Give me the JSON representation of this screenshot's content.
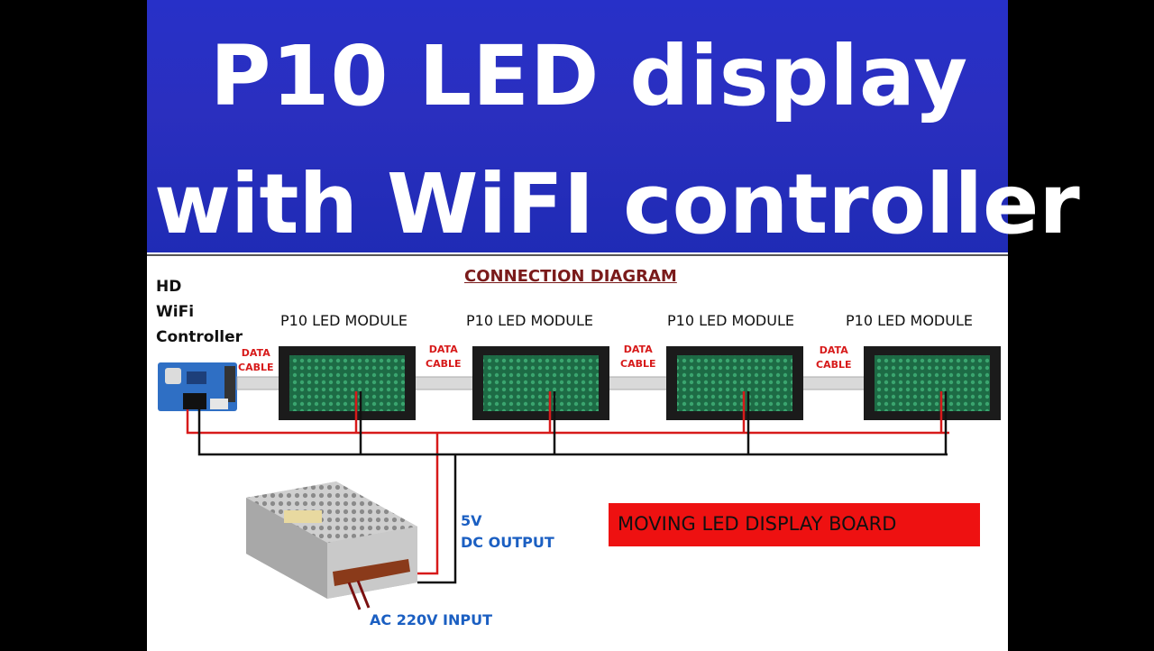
{
  "banner": {
    "title_line1": "P10 LED display",
    "title_line2": "with WiFI controller"
  },
  "diagram": {
    "heading": "CONNECTION DIAGRAM",
    "controller_label": [
      "HD",
      "WiFi",
      "Controller"
    ],
    "modules": [
      {
        "label": "P10 LED MODULE"
      },
      {
        "label": "P10 LED MODULE"
      },
      {
        "label": "P10 LED MODULE"
      },
      {
        "label": "P10 LED MODULE"
      }
    ],
    "cables": [
      {
        "line1": "DATA",
        "line2": "CABLE"
      },
      {
        "line1": "DATA",
        "line2": "CABLE"
      },
      {
        "line1": "DATA",
        "line2": "CABLE"
      },
      {
        "line1": "DATA",
        "line2": "CABLE"
      }
    ],
    "dc_output": [
      "5V",
      "DC OUTPUT"
    ],
    "ac_input": "AC 220V INPUT",
    "caption": "MOVING LED DISPLAY BOARD"
  },
  "colors": {
    "banner_blue": "#2730c8",
    "wire_red": "#d71a1a",
    "wire_black": "#111111",
    "label_blue": "#1b5fc2",
    "caption_red": "#ee1111",
    "module_green": "#1f7a4a"
  }
}
